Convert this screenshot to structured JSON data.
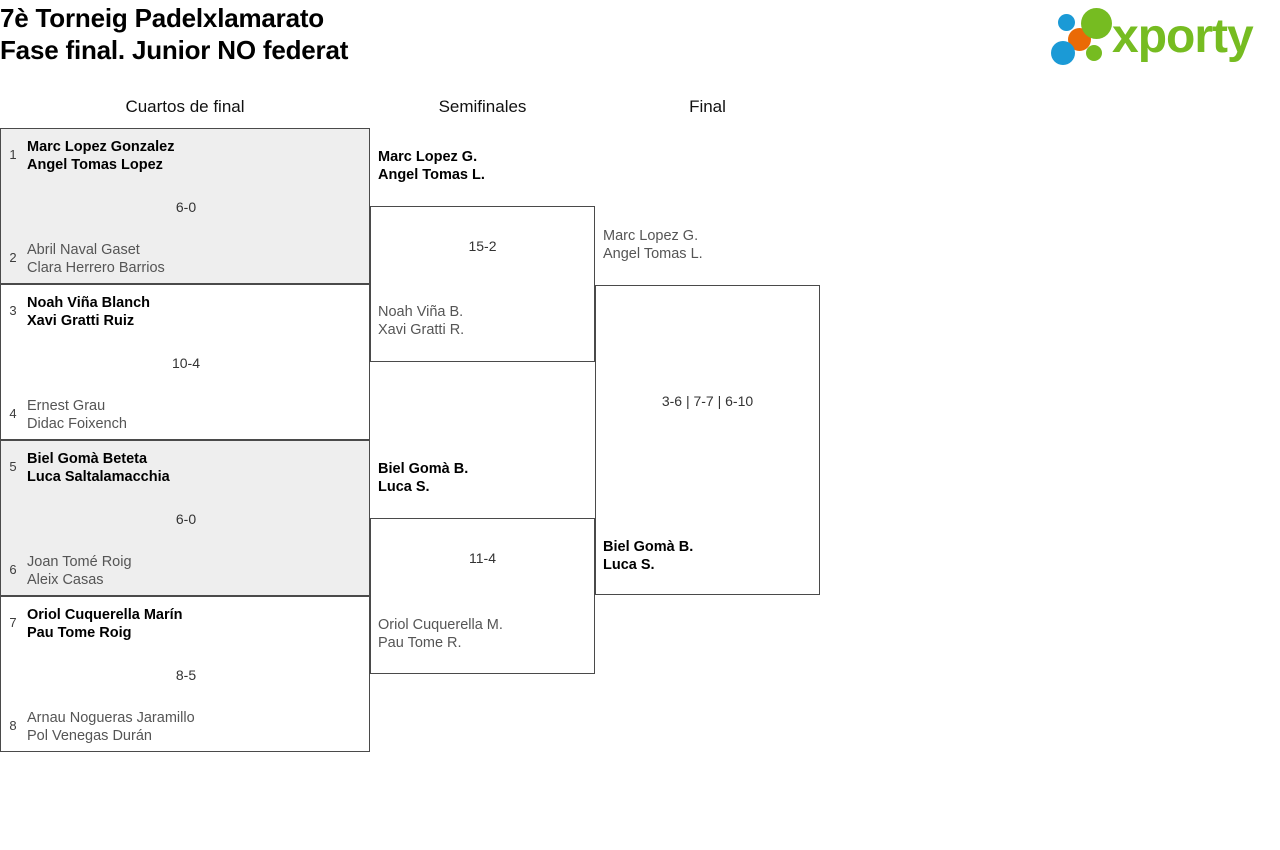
{
  "header": {
    "title_line1": "7è Torneig Padelxlamarato",
    "title_line2": "Fase final. Junior NO federat",
    "logo": {
      "wordmark": "xporty",
      "dot_colors": [
        "#1b9ad6",
        "#ea6a06",
        "#76bc21"
      ],
      "brand_color": "#76bc21"
    }
  },
  "rounds": [
    {
      "label": "Cuartos de final"
    },
    {
      "label": "Semifinales"
    },
    {
      "label": "Final"
    }
  ],
  "quarterfinals": [
    {
      "score": "6-0",
      "shaded": true,
      "top": {
        "seed": "1",
        "players": [
          "Marc Lopez Gonzalez",
          "Angel Tomas Lopez"
        ],
        "status": "winner"
      },
      "bottom": {
        "seed": "2",
        "players": [
          "Abril Naval Gaset",
          "Clara Herrero Barrios"
        ],
        "status": "loser"
      }
    },
    {
      "score": "10-4",
      "shaded": false,
      "top": {
        "seed": "3",
        "players": [
          "Noah Viña Blanch",
          "Xavi Gratti Ruiz"
        ],
        "status": "winner"
      },
      "bottom": {
        "seed": "4",
        "players": [
          "Ernest Grau",
          "Didac Foixench"
        ],
        "status": "loser"
      }
    },
    {
      "score": "6-0",
      "shaded": true,
      "top": {
        "seed": "5",
        "players": [
          "Biel Gomà Beteta",
          "Luca Saltalamacchia"
        ],
        "status": "winner"
      },
      "bottom": {
        "seed": "6",
        "players": [
          "Joan Tomé Roig",
          "Aleix Casas"
        ],
        "status": "loser"
      }
    },
    {
      "score": "8-5",
      "shaded": false,
      "top": {
        "seed": "7",
        "players": [
          "Oriol Cuquerella Marín",
          "Pau Tome Roig"
        ],
        "status": "winner"
      },
      "bottom": {
        "seed": "8",
        "players": [
          "Arnau Nogueras Jaramillo",
          "Pol Venegas Durán"
        ],
        "status": "loser"
      }
    }
  ],
  "semifinals": [
    {
      "score": "15-2",
      "top": {
        "players": [
          "Marc Lopez G.",
          "Angel Tomas L."
        ],
        "status": "winner"
      },
      "bottom": {
        "players": [
          "Noah Viña B.",
          "Xavi Gratti R."
        ],
        "status": "loser"
      }
    },
    {
      "score": "11-4",
      "top": {
        "players": [
          "Biel Gomà B.",
          "Luca S."
        ],
        "status": "winner"
      },
      "bottom": {
        "players": [
          "Oriol Cuquerella M.",
          "Pau Tome R."
        ],
        "status": "loser"
      }
    }
  ],
  "final": {
    "score": "3-6 | 7-7 | 6-10",
    "top": {
      "players": [
        "Marc Lopez G.",
        "Angel Tomas L."
      ],
      "status": "loser"
    },
    "bottom": {
      "players": [
        "Biel Gomà B.",
        "Luca S."
      ],
      "status": "winner"
    }
  }
}
